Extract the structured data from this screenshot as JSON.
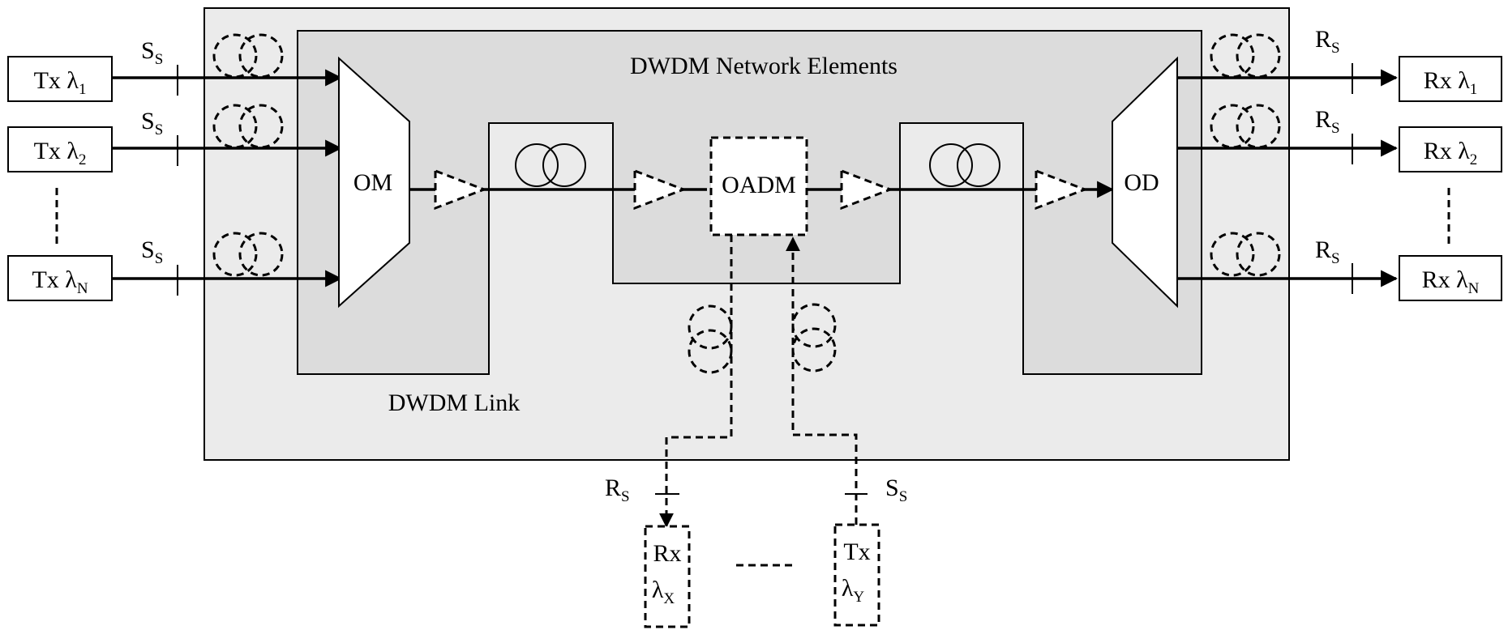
{
  "labels": {
    "network_elements": "DWDM Network Elements",
    "link": "DWDM Link",
    "om": "OM",
    "od": "OD",
    "oadm": "OADM"
  },
  "tx": [
    {
      "base": "Tx λ",
      "sub": "1"
    },
    {
      "base": "Tx λ",
      "sub": "2"
    },
    {
      "base": "Tx λ",
      "sub": "N"
    }
  ],
  "rx": [
    {
      "base": "Rx λ",
      "sub": "1"
    },
    {
      "base": "Rx λ",
      "sub": "2"
    },
    {
      "base": "Rx λ",
      "sub": "N"
    }
  ],
  "ref_points": {
    "s": {
      "base": "S",
      "sub": "S"
    },
    "r": {
      "base": "R",
      "sub": "S"
    }
  },
  "drop": {
    "line1": "Rx",
    "base": "λ",
    "sub": "X"
  },
  "add": {
    "line1": "Tx",
    "base": "λ",
    "sub": "Y"
  },
  "colors": {
    "outer_bg": "#ebebeb",
    "inner_bg": "#dcdcdc",
    "line": "#000000"
  }
}
